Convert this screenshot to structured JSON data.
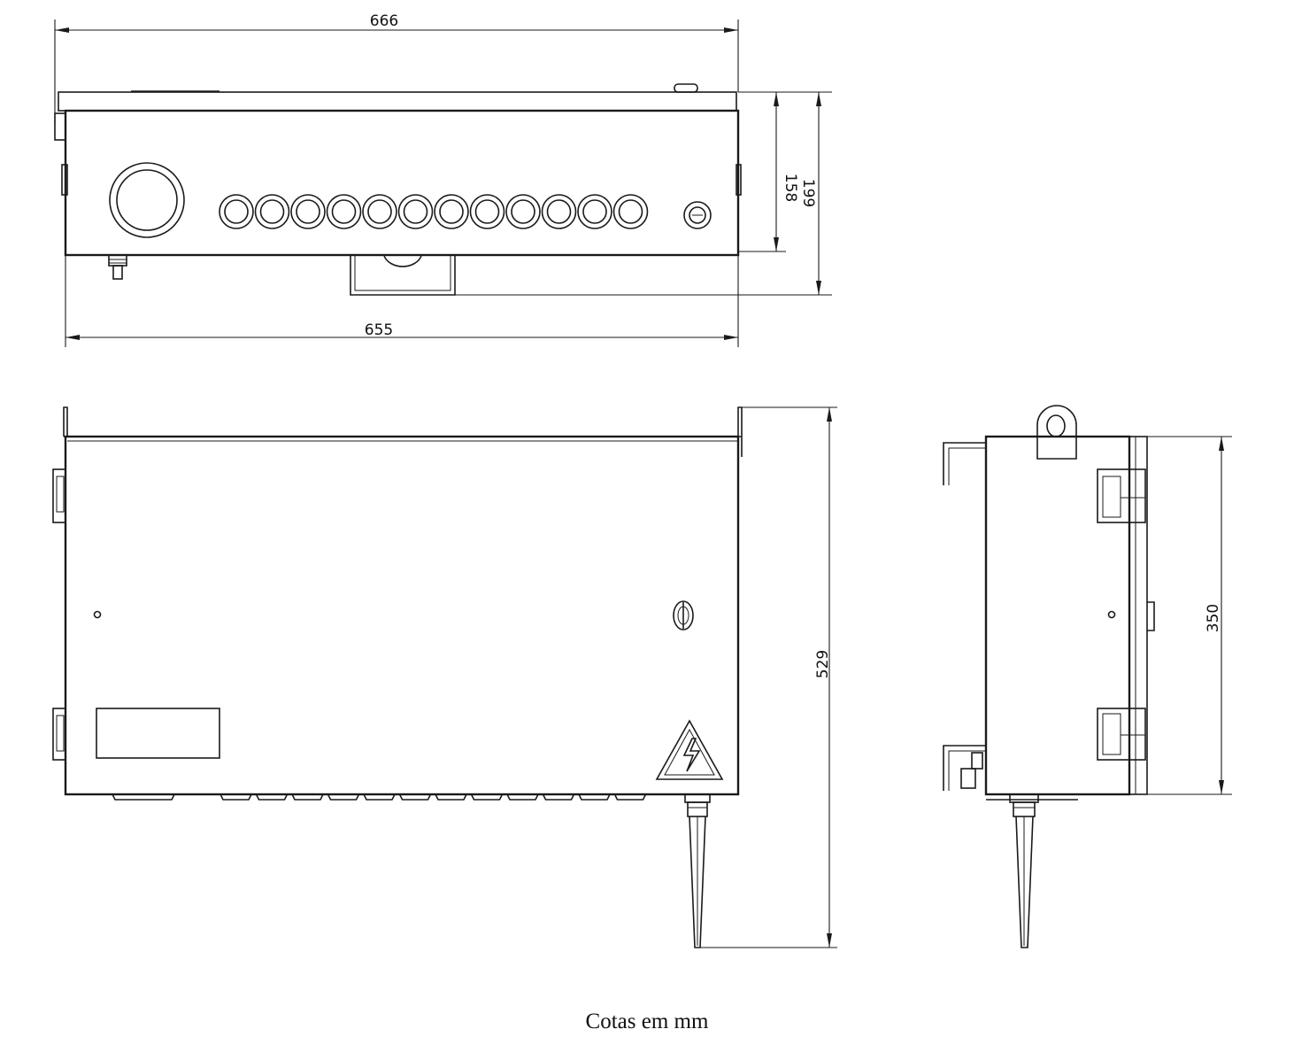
{
  "dimensions": {
    "top_overall_width": "666",
    "top_body_width": "655",
    "top_body_height": "158",
    "top_overall_height": "199",
    "front_overall_height": "529",
    "side_body_height": "350"
  },
  "caption": "Cotas em mm"
}
